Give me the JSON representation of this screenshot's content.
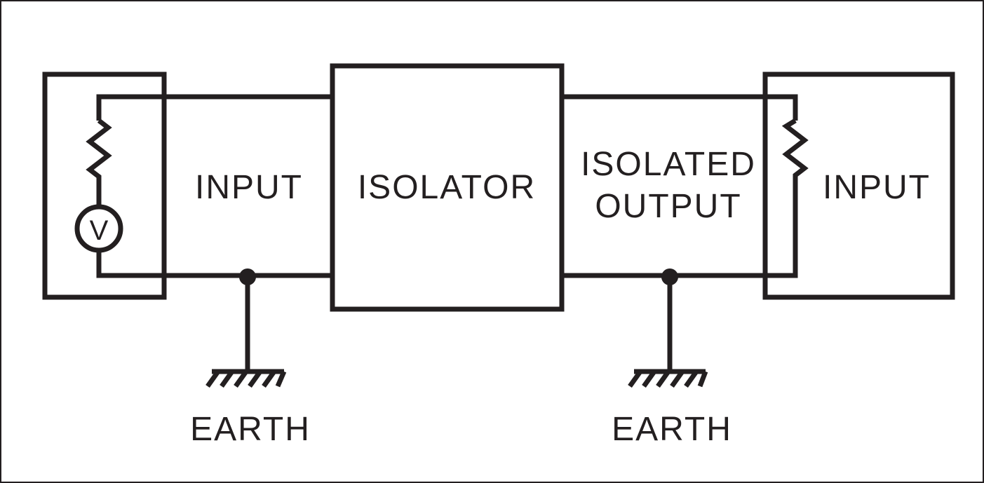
{
  "diagram": {
    "labels": {
      "input_left": "INPUT",
      "isolator": "ISOLATOR",
      "isolated_line1": "ISOLATED",
      "isolated_line2": "OUTPUT",
      "input_right": "INPUT",
      "earth_left": "EARTH",
      "earth_right": "EARTH",
      "voltmeter": "V"
    },
    "colors": {
      "ink": "#231f20",
      "background": "#ffffff"
    }
  }
}
